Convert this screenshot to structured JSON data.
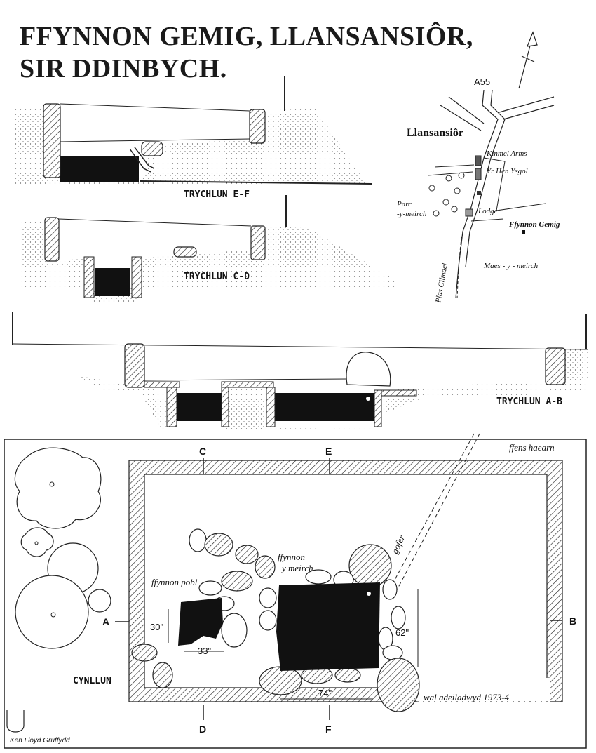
{
  "title": {
    "line1": "FFYNNON GEMIG, LLANSANSIÔR,",
    "line2": "SIR DDINBYCH."
  },
  "sections": {
    "ef": "TRYCHLUN E-F",
    "cd": "TRYCHLUN C-D",
    "ab": "TRYCHLUN A-B"
  },
  "map": {
    "road": "A55",
    "village": "Llansansiôr",
    "kinmel": "Kinmel Arms",
    "ysgol": "Yr Hen Ysgol",
    "parc1": "Parc",
    "parc2": "-y-meirch",
    "lodge": "Lodge",
    "ffynnon": "Ffynnon Gemig",
    "maes": "Maes - y - meirch",
    "plas": "Plas Cilmael"
  },
  "plan": {
    "title": "CYNLLUN",
    "ffens": "ffens haearn",
    "gofer": "gofer",
    "meirch1": "ffynnon",
    "meirch2": "y meirch",
    "pobl": "ffynnon pobl",
    "dim30": "30\"",
    "dim33": "33\"",
    "dim62": "62\"",
    "dim74": "74\"",
    "wal": "wal adeiladwyd 1973-4",
    "A": "A",
    "B": "B",
    "C": "C",
    "D": "D",
    "E": "E",
    "F": "F"
  },
  "credit": "Ken Lloyd Gruffydd"
}
